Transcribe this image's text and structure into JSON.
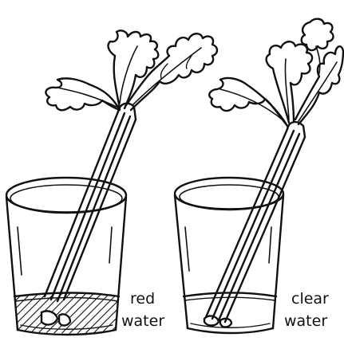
{
  "colors": {
    "ink": "#111111",
    "paper": "#ffffff"
  },
  "icons": {
    "left_plant": "celery-stalk-icon",
    "right_plant": "celery-stalk-icon",
    "left_container": "glass-cup-icon",
    "right_container": "glass-cup-icon"
  },
  "labels": {
    "red_line1": "red",
    "red_line2": "water",
    "clear_line1": "clear",
    "clear_line2": "water"
  }
}
